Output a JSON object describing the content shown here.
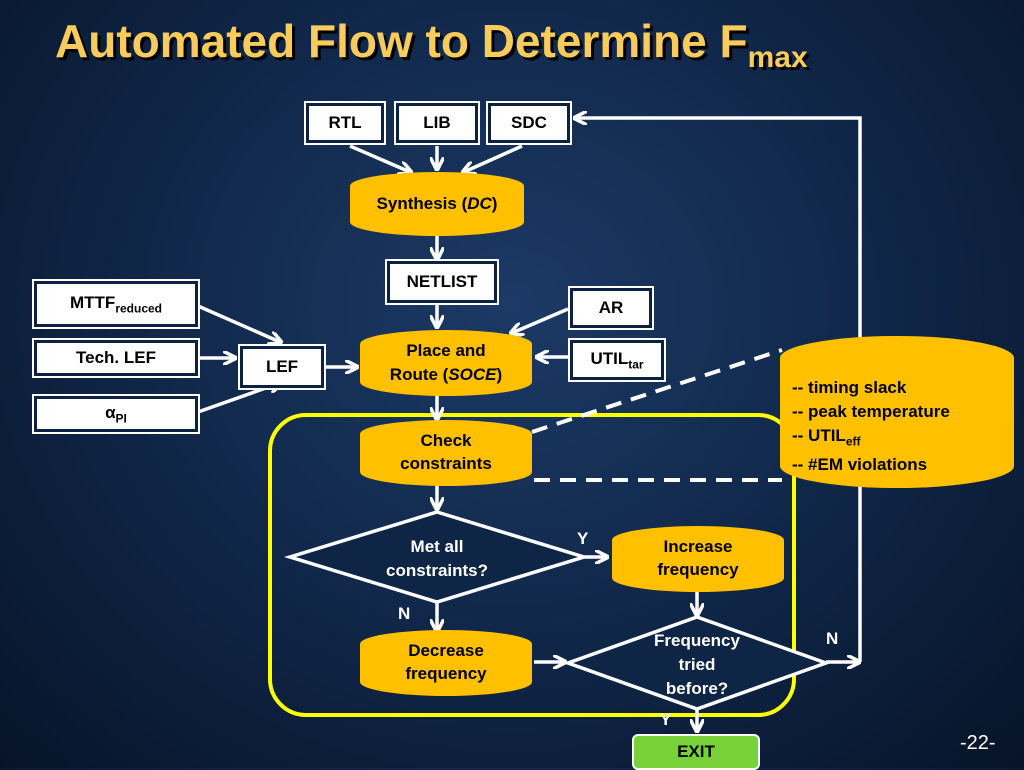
{
  "title": {
    "main": "Automated Flow to Determine F",
    "sub": "max"
  },
  "inputs": {
    "rtl": "RTL",
    "lib": "LIB",
    "sdc": "SDC"
  },
  "synthesis": {
    "label": "Synthesis (",
    "tool": "DC",
    "close": ")"
  },
  "netlist": "NETLIST",
  "left_inputs": {
    "mttf": "MTTF",
    "mttf_sub": "reduced",
    "tech_lef": "Tech. LEF",
    "alpha": "α",
    "alpha_sub": "PI",
    "lef": "LEF"
  },
  "ar": "AR",
  "util": {
    "main": "UTIL",
    "sub": "tar"
  },
  "place_route": {
    "line1": "Place and",
    "line2": "Route (",
    "tool": "SOCE",
    "close": ")"
  },
  "check": {
    "line1": "Check",
    "line2": "constraints"
  },
  "constraints_list": {
    "item1": "-- timing slack",
    "item2": "-- peak temperature",
    "item3_main": "-- UTIL",
    "item3_sub": "eff",
    "item4": "-- #EM violations"
  },
  "met_all": {
    "line1": "Met all",
    "line2": "constraints?"
  },
  "increase": {
    "line1": "Increase",
    "line2": "frequency"
  },
  "decrease": {
    "line1": "Decrease",
    "line2": "frequency"
  },
  "freq_tried": {
    "line1": "Frequency",
    "line2": "tried",
    "line3": "before?"
  },
  "labels": {
    "yes_met": "Y",
    "no_met": "N",
    "no_tried": "N",
    "yes_tried": "Y"
  },
  "exit": "EXIT",
  "page_number": "-22-",
  "colors": {
    "title": "#f7cc5a",
    "process": "#ffc000",
    "exit": "#79d13a",
    "highlight": "#ffff00",
    "background": "#0f2546"
  }
}
